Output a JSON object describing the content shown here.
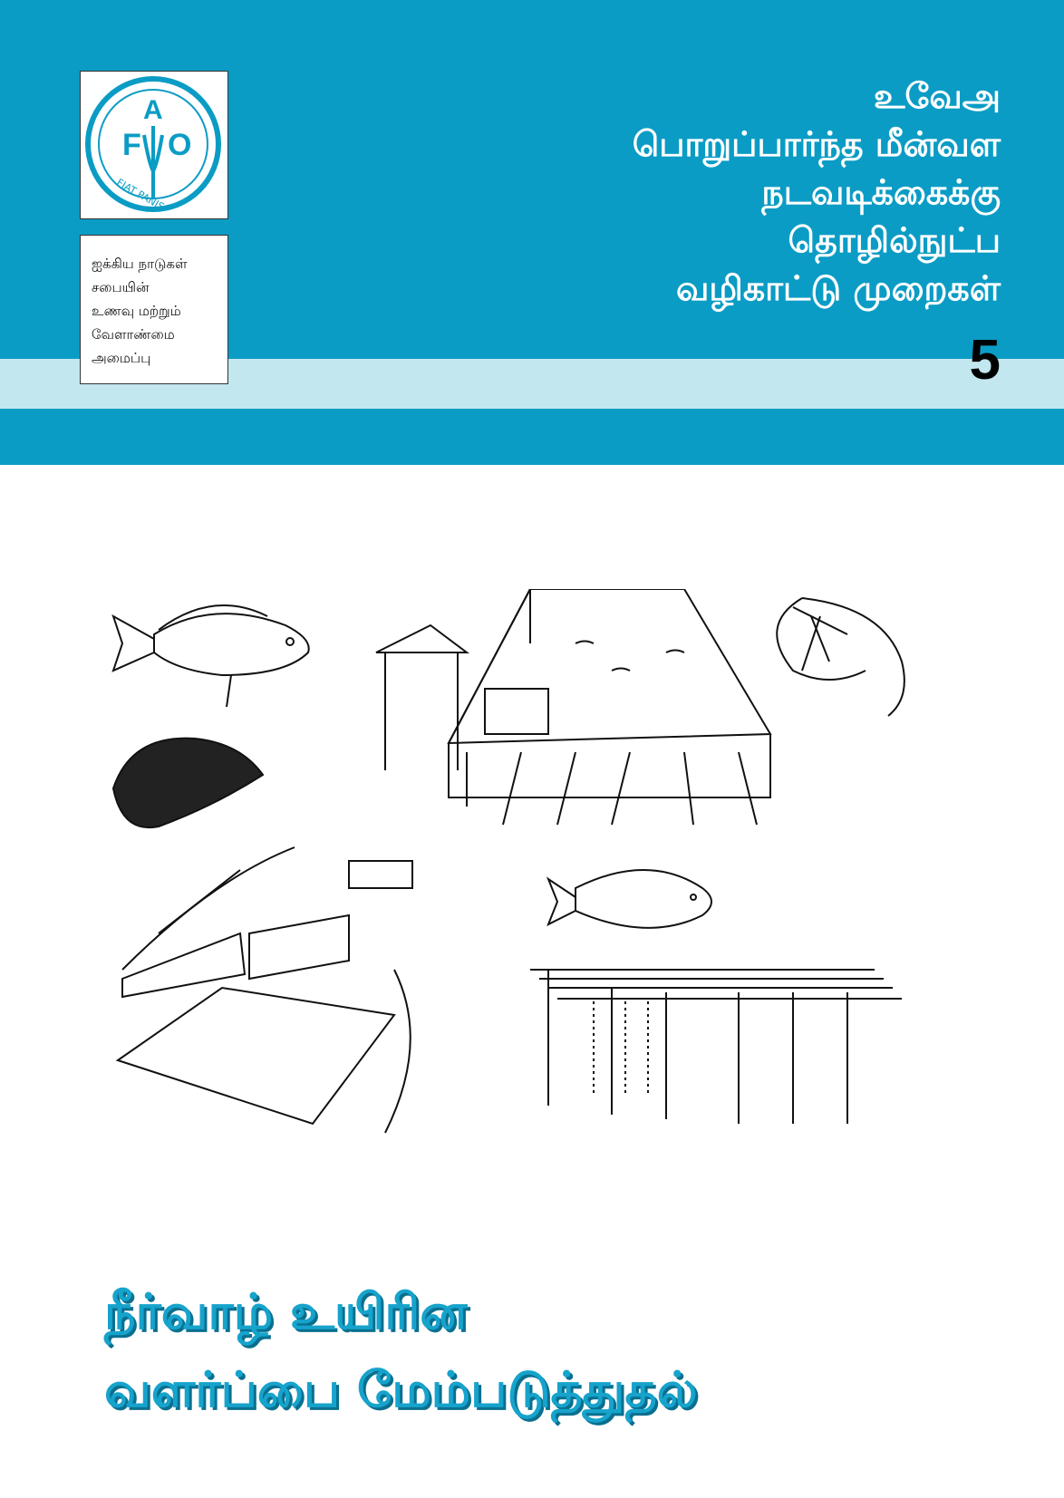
{
  "logo": {
    "letters": [
      "F",
      "A",
      "O"
    ],
    "motto": "FIAT PANIS"
  },
  "organization": {
    "lines": [
      "ஐக்கிய நாடுகள்",
      "சபையின்",
      "உணவு மற்றும்",
      "வேளாண்மை",
      "அமைப்பு"
    ]
  },
  "series": {
    "lines": [
      "உவேஅ",
      "பொறுப்பார்ந்த மீன்வள",
      "நடவடிக்கைக்கு",
      "தொழில்நுட்ப",
      "வழிகாட்டு முறைகள்"
    ],
    "number": "5"
  },
  "title": {
    "lines": [
      "நீர்வாழ் உயிரின",
      "வளர்ப்பை மேம்படுத்துதல்"
    ]
  },
  "colors": {
    "brand": "#0b9cc5",
    "light": "#c3e7ef",
    "title": "#16a3cc"
  }
}
